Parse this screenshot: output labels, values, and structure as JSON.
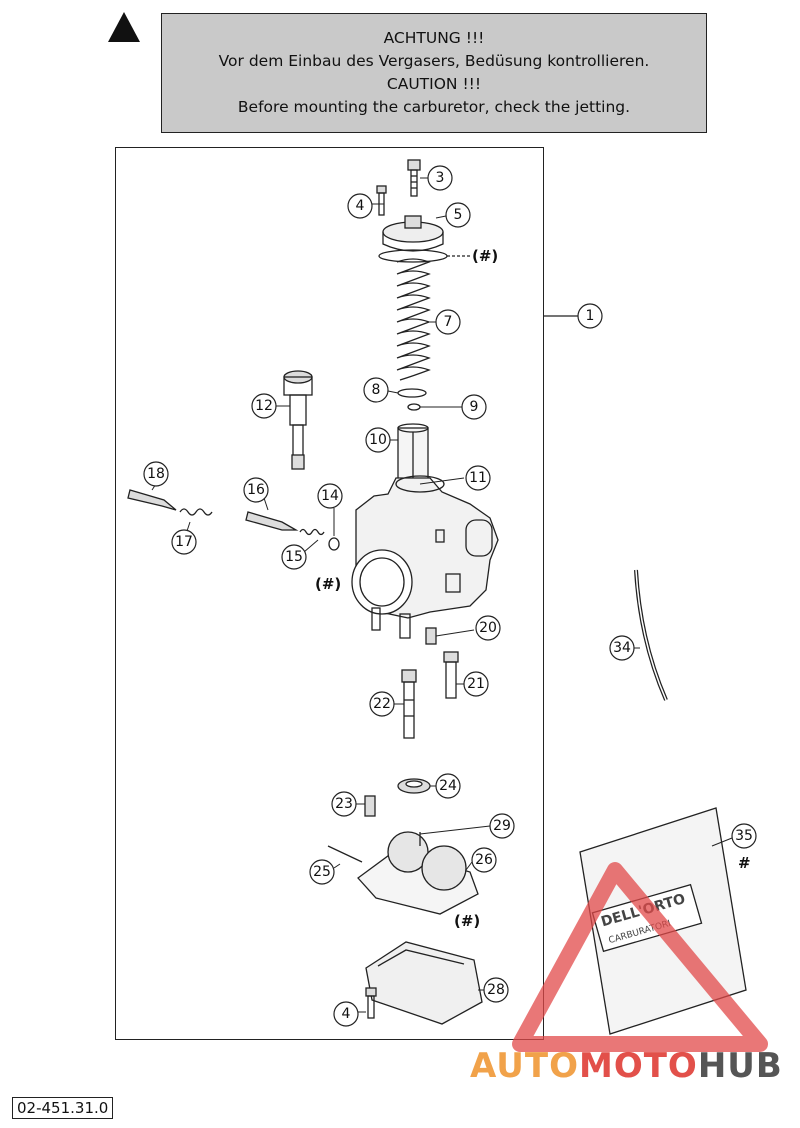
{
  "warning": {
    "icon": "warning-triangle-icon",
    "lines": [
      "ACHTUNG !!!",
      "Vor dem Einbau des Vergasers, Bedüsung kontrollieren.",
      "CAUTION !!!",
      "Before mounting the carburetor, check the jetting."
    ]
  },
  "callouts": [
    "1",
    "3",
    "4",
    "5",
    "7",
    "8",
    "9",
    "10",
    "11",
    "12",
    "14",
    "15",
    "16",
    "17",
    "18",
    "20",
    "21",
    "22",
    "23",
    "24",
    "25",
    "26",
    "28",
    "29",
    "34",
    "35",
    "4"
  ],
  "notes": {
    "hash_paren": "(#)",
    "hash": "#"
  },
  "bag_label": "DELL'ORTO",
  "bag_sublabel": "CARBURATORI",
  "part_number": "02-451.31.0",
  "watermark": {
    "part1": "AUTO",
    "part2": "MOTO",
    "part3": "HUB"
  }
}
